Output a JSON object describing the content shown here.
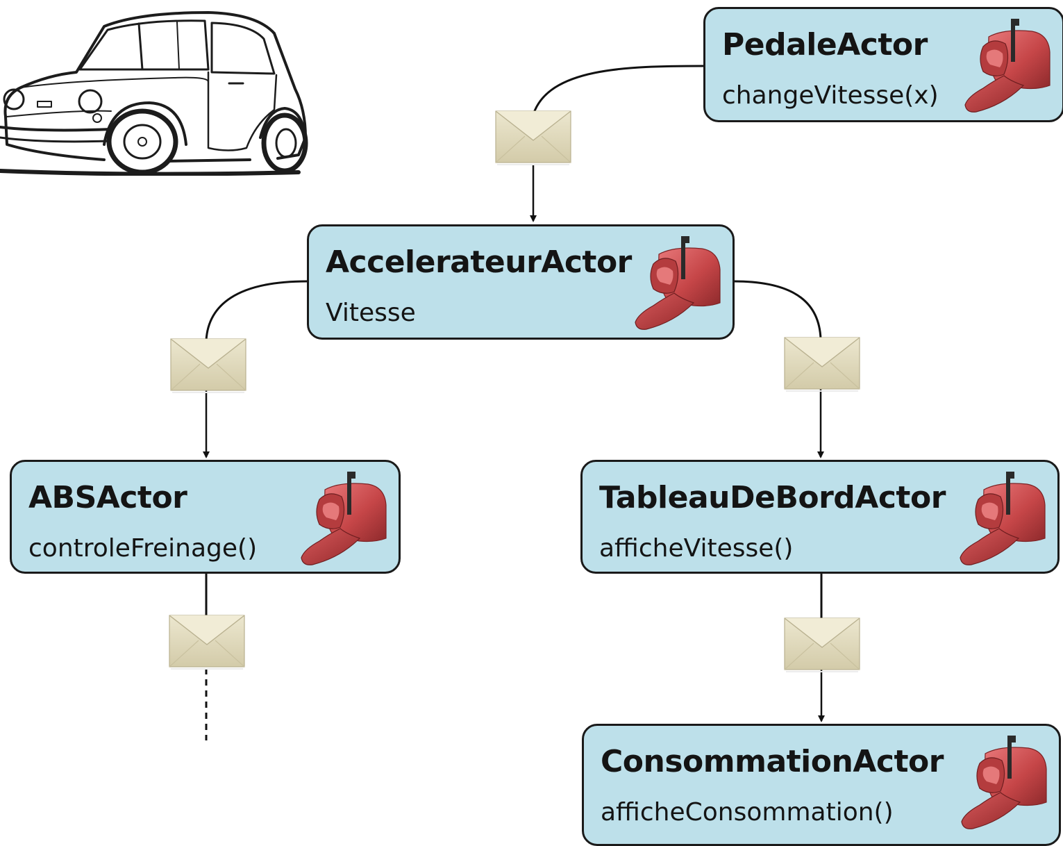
{
  "actors": {
    "pedale": {
      "name": "PedaleActor",
      "message": "changeVitesse(x)"
    },
    "accelerateur": {
      "name": "AccelerateurActor",
      "message": "Vitesse"
    },
    "abs": {
      "name": "ABSActor",
      "message": "controleFreinage()"
    },
    "tableau": {
      "name": "TableauDeBordActor",
      "message": "afficheVitesse()"
    },
    "consommation": {
      "name": "ConsommationActor",
      "message": "afficheConsommation()"
    }
  },
  "icons": {
    "mailbox": "mailbox-icon",
    "envelope": "envelope-icon",
    "car": "car-illustration"
  },
  "colors": {
    "actor_fill": "#bde0ea",
    "actor_border": "#1a1a1a",
    "mailbox_red": "#c94a4c",
    "envelope_beige": "#e2dcc2"
  }
}
